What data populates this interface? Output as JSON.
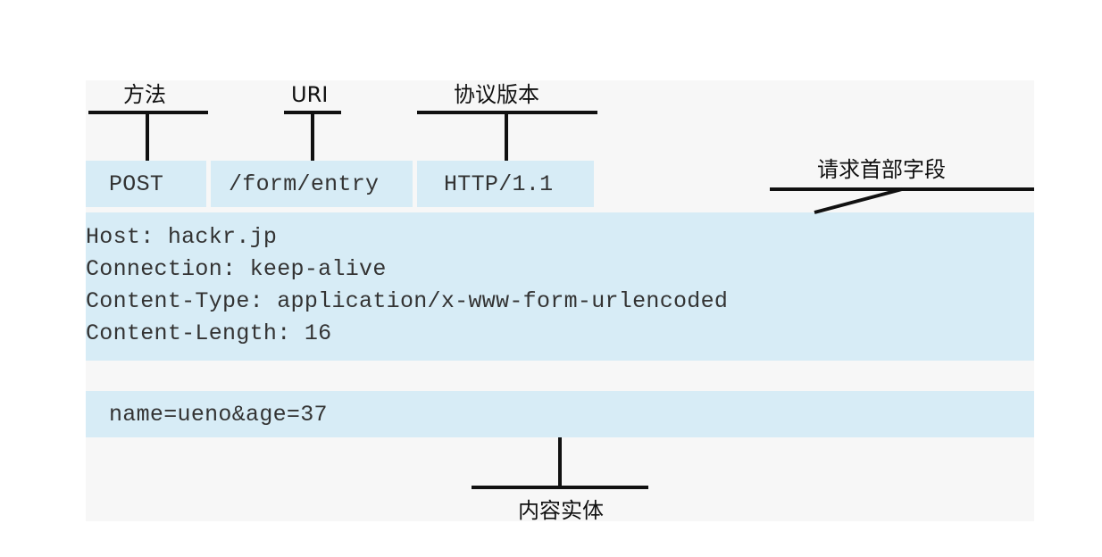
{
  "request_line": {
    "method": {
      "label": "方法",
      "value": "POST"
    },
    "uri": {
      "label": "URI",
      "value": "/form/entry"
    },
    "version": {
      "label": "协议版本",
      "value": "HTTP/1.1"
    }
  },
  "headers": {
    "label": "请求首部字段",
    "lines": [
      "Host: hackr.jp",
      "Connection: keep-alive",
      "Content-Type: application/x-www-form-urlencoded",
      "Content-Length: 16"
    ]
  },
  "body": {
    "label": "内容实体",
    "value": "name=ueno&age=37"
  },
  "colors": {
    "cell_fill": "#d7ecf6",
    "line": "#111111",
    "text": "#333333"
  }
}
